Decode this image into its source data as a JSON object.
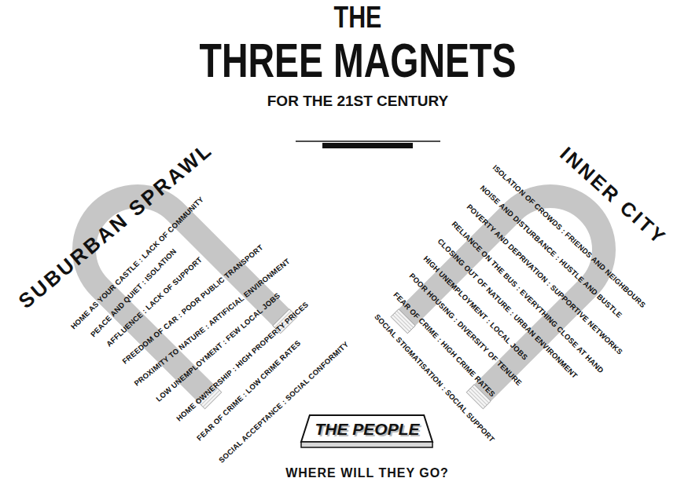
{
  "diagram": {
    "title": "THE THREE MAGNETS",
    "nodes": [
      {
        "text": [
          "SUBURBAN SPRAWL",
          "HOME AS YOUR CASTLE : LACK OF COMMUNITY",
          "PEACE AND QUIET : ISOLATION",
          "AFFLUENCE : LACK OF SUPPORT",
          "FREEDOM OF CAR : POOR PUBLIC TRANSPORT",
          "PROXIMITY TO NATURE : ARTIFICIAL ENVIRONMENT",
          "LOW UNEMPLOYMENT : FEW LOCAL JOBS",
          "HOME OWNERSHIP : HIGH PROPERTY PRICES",
          "FEAR OF CRIME : LOW CRIME RATES",
          "SOCIAL ACCEPTANCE : SOCIAL CONFORMITY"
        ]
      },
      {
        "text": [
          "INNER CITY",
          "ISOLATION OF CROWDS : FRIENDS AND NEIGHBOURS",
          "NOISE AND DISTURBANCE : HUSTLE AND BUSTLE",
          "POVERTY AND DEPRIVATION : SUPPORTIVE NETWORKS",
          "RELIANCE ON THE BUS : EVERYTHING CLOSE AT HAND",
          "CLOSING OUT OF NATURE : URBAN ENVIRONMENT",
          "HIGH UNEMPLOYMENT : LOCAL JOBS",
          "POOR HOUSING : DIVERSITY OF TENURE",
          "FEAR OF CRIME : HIGH CRIME RATES",
          "SOCIAL STIGMATISATION : SOCIAL SUPPORT"
        ]
      },
      {
        "text": [
          "THE PEOPLE",
          "WHERE WILL THEY GO?"
        ]
      }
    ],
    "labels": [
      "FOR THE 21ST CENTURY"
    ]
  }
}
